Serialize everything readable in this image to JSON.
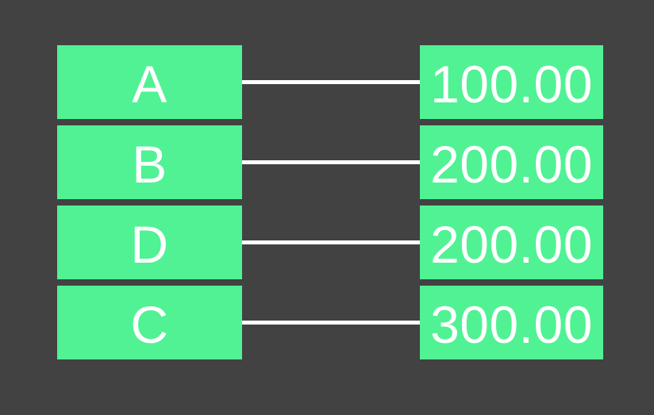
{
  "theme": {
    "background_color": "#424242",
    "box_color": "#50f294",
    "line_color": "#ffffff",
    "text_color": "#ffffff"
  },
  "diagram": {
    "type": "matching-diagram",
    "rows": [
      {
        "left": "A",
        "right": "100.00"
      },
      {
        "left": "B",
        "right": "200.00"
      },
      {
        "left": "D",
        "right": "200.00"
      },
      {
        "left": "C",
        "right": "300.00"
      }
    ]
  }
}
